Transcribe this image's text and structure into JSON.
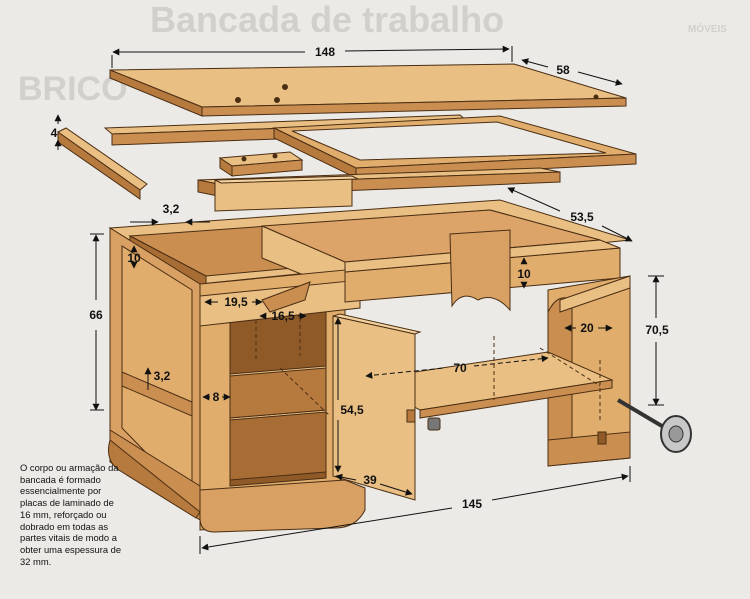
{
  "background_text": {
    "title": "Bancada de trabalho",
    "section": "MÓVEIS",
    "left_heading": "BRICO"
  },
  "dimensions": {
    "top_length": "148",
    "top_depth": "58",
    "edge_strip": "4",
    "wall_thickness": "3,2",
    "body_depth": "53,5",
    "rail_height_left": "10",
    "rail_height_right": "10",
    "body_height": "66",
    "leg_height": "70,5",
    "drawer_width": "19,5",
    "drawer_inner": "16,5",
    "rear_span": "20",
    "shelf_length": "70",
    "side_panel": "3,2",
    "post_width": "8",
    "door_height": "54,5",
    "door_width": "39",
    "total_length": "145"
  },
  "caption": "O corpo ou armação da bancada é formado essencialmente por placas de laminado de 16 mm, reforçado ou dobrado em todas as partes vitais de modo a obter uma espessura de 32 mm.",
  "colors": {
    "wood_light": "#e9bf83",
    "wood_mid": "#d9a063",
    "wood_dark": "#b77a3e",
    "wood_shadow": "#9a6430",
    "outline": "#4a2e14",
    "background": "#eceae6"
  }
}
